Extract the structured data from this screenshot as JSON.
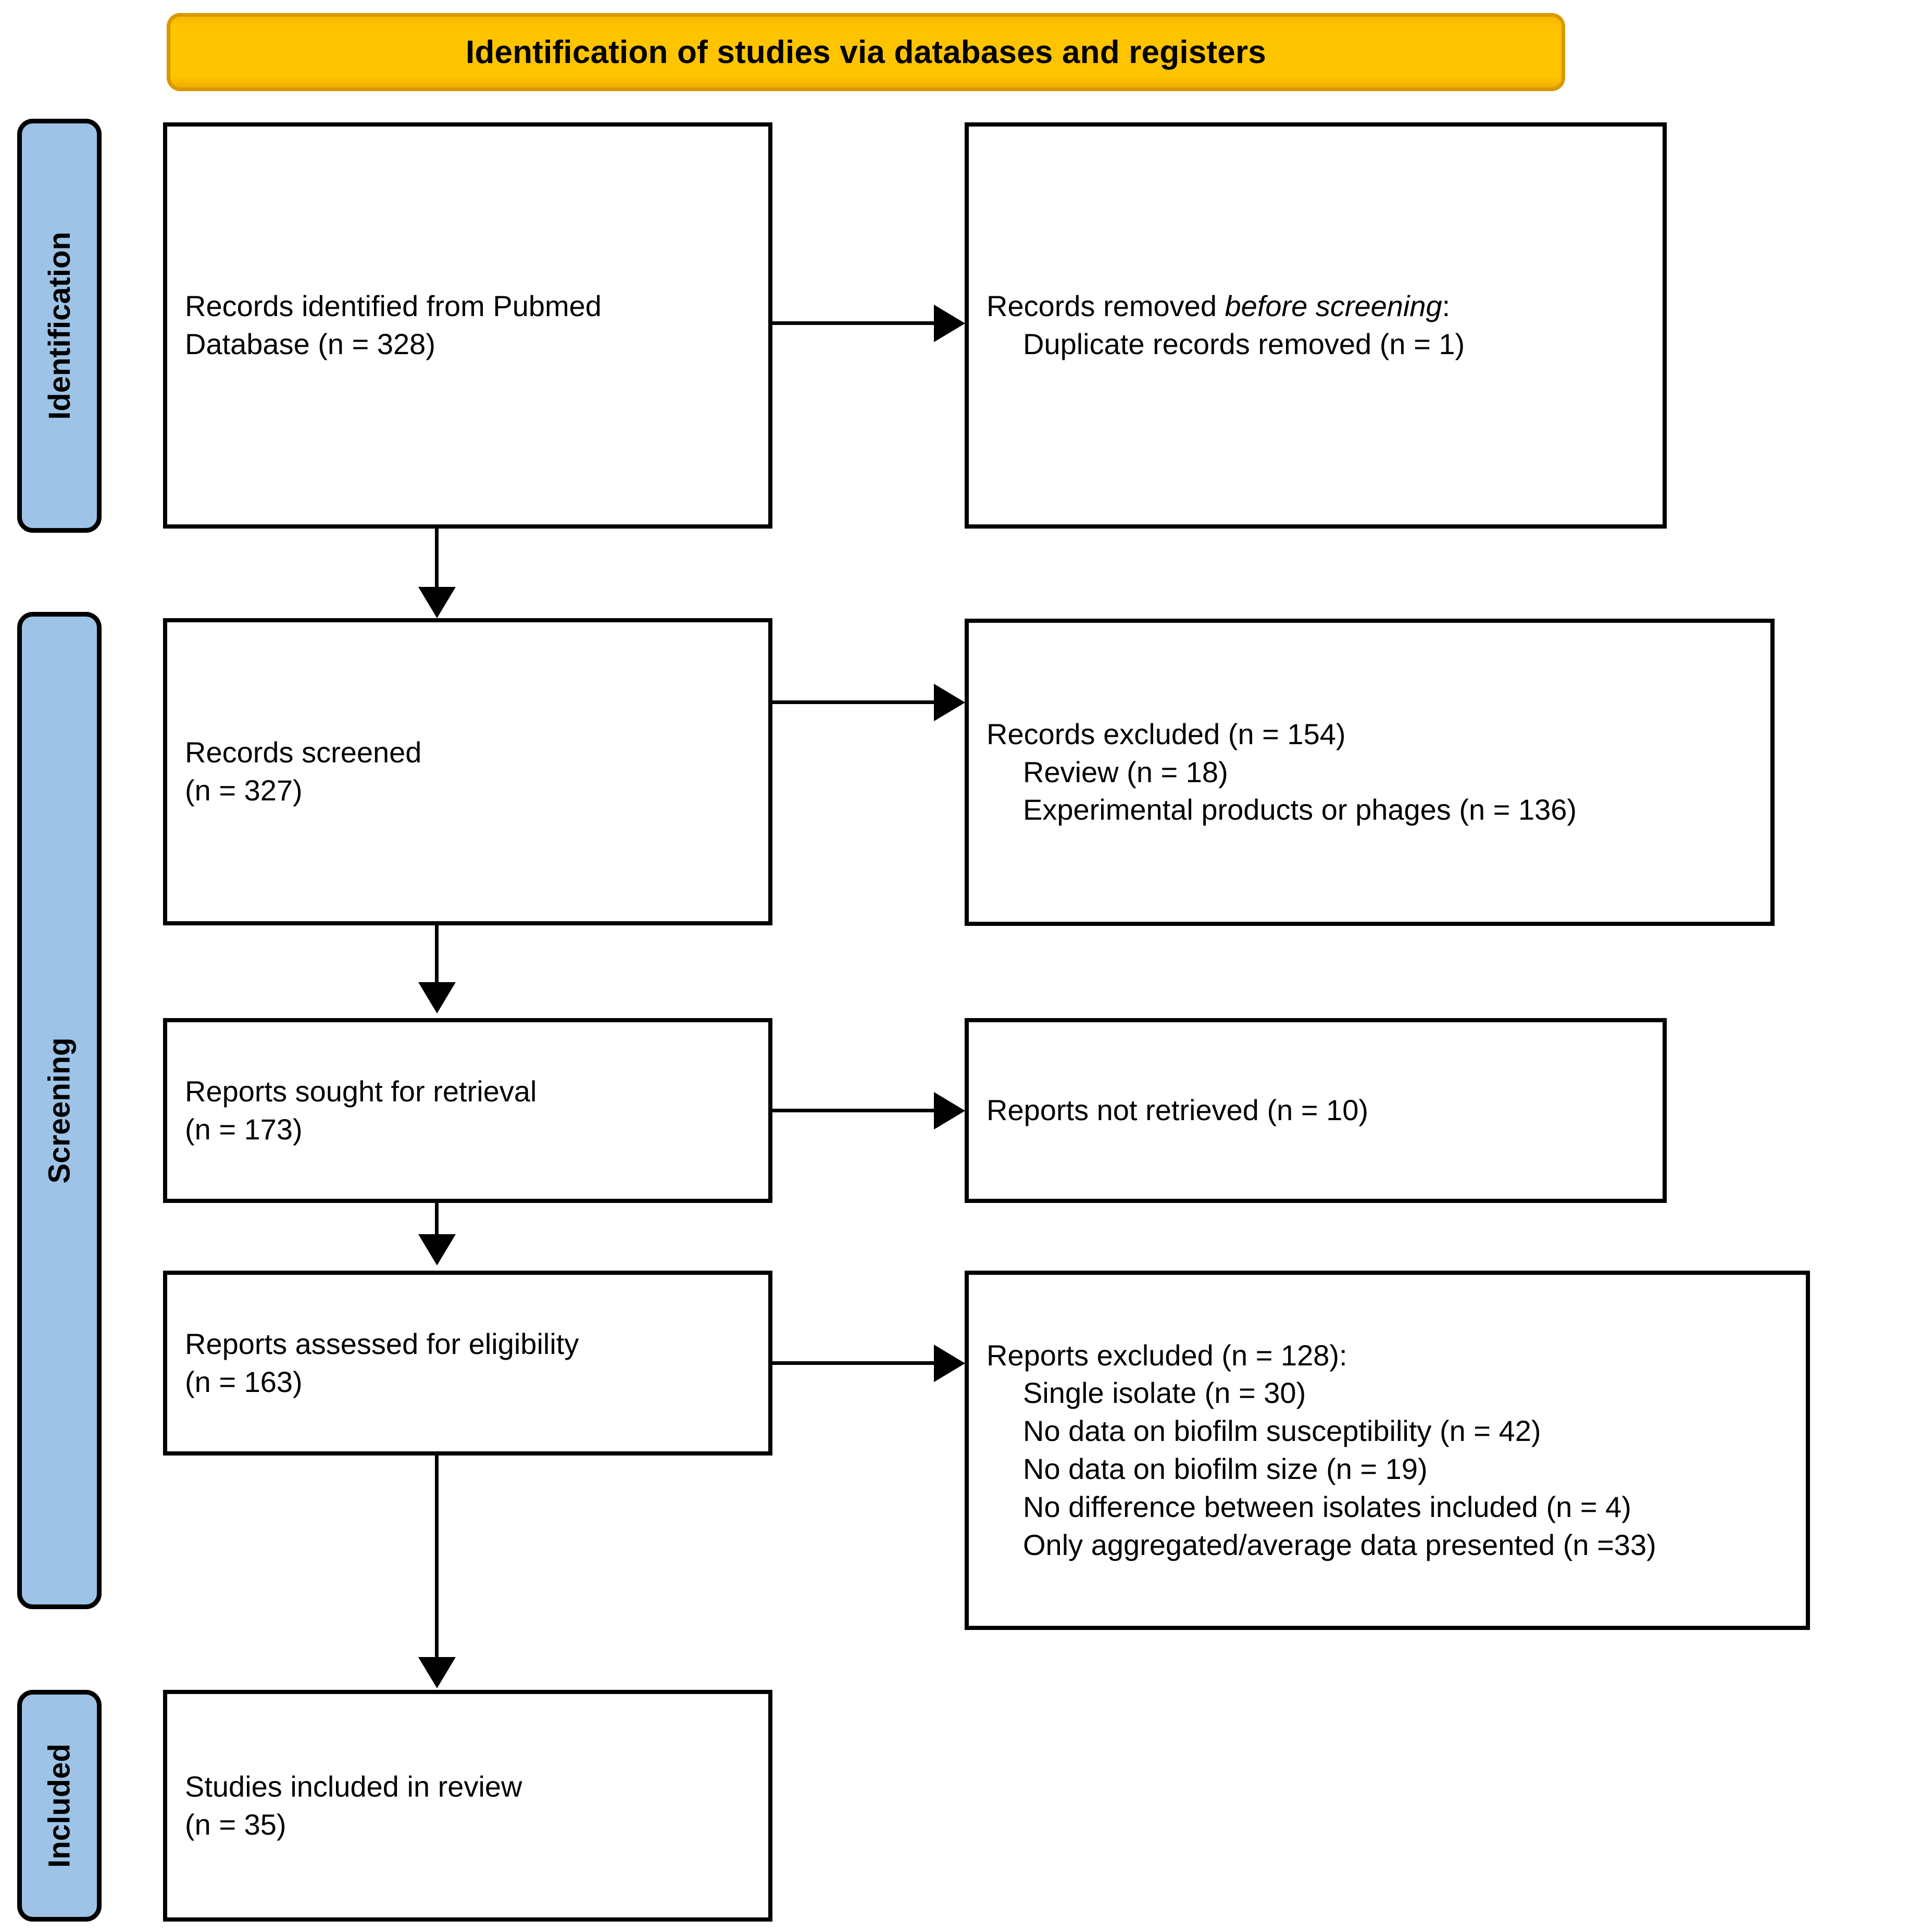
{
  "diagram": {
    "type": "prisma-flow-diagram",
    "banner_title": "Identification of studies via databases and registers",
    "banner_color": "#FFC000",
    "banner_border_color": "#D99800",
    "stage_tab_color": "#9DC3E6",
    "box_border_color": "#000000",
    "box_fill_color": "#FFFFFF"
  },
  "stages": [
    {
      "id": "identification",
      "label": "Identification"
    },
    {
      "id": "screening",
      "label": "Screening"
    },
    {
      "id": "included",
      "label": "Included"
    }
  ],
  "boxes": {
    "records_identified": {
      "line1": "Records identified from Pubmed",
      "line2": "Database (n = 328)",
      "n": 328
    },
    "records_removed": {
      "line1_a": "Records removed ",
      "line1_em": "before screening",
      "line1_b": ":",
      "line2": "Duplicate records removed (n = 1)",
      "n": 1
    },
    "records_screened": {
      "line1": "Records screened",
      "line2": "(n = 327)",
      "n": 327
    },
    "records_excluded": {
      "line1": "Records excluded (n = 154)",
      "line2": "Review (n = 18)",
      "line3": "Experimental products or phages (n = 136)",
      "n": 154,
      "reasons": [
        {
          "label": "Review",
          "n": 18
        },
        {
          "label": "Experimental products or phages",
          "n": 136
        }
      ]
    },
    "reports_sought": {
      "line1": "Reports sought for retrieval",
      "line2": "(n = 173)",
      "n": 173
    },
    "reports_not_retrieved": {
      "line1": "Reports not retrieved (n = 10)",
      "n": 10
    },
    "reports_assessed": {
      "line1": "Reports assessed for eligibility",
      "line2": "(n = 163)",
      "n": 163
    },
    "reports_excluded": {
      "line1": "Reports excluded (n = 128):",
      "line2": "Single isolate (n = 30)",
      "line3": "No data on biofilm susceptibility (n = 42)",
      "line4": "No data on biofilm size (n = 19)",
      "line5": "No difference between isolates included (n = 4)",
      "line6": "Only aggregated/average data presented (n =33)",
      "n": 128,
      "reasons": [
        {
          "label": "Single isolate",
          "n": 30
        },
        {
          "label": "No data on biofilm susceptibility",
          "n": 42
        },
        {
          "label": "No data on biofilm size",
          "n": 19
        },
        {
          "label": "No difference between isolates included",
          "n": 4
        },
        {
          "label": "Only aggregated/average data presented",
          "n": 33
        }
      ]
    },
    "studies_included": {
      "line1": "Studies included in review",
      "line2": "(n = 35)",
      "n": 35
    }
  }
}
